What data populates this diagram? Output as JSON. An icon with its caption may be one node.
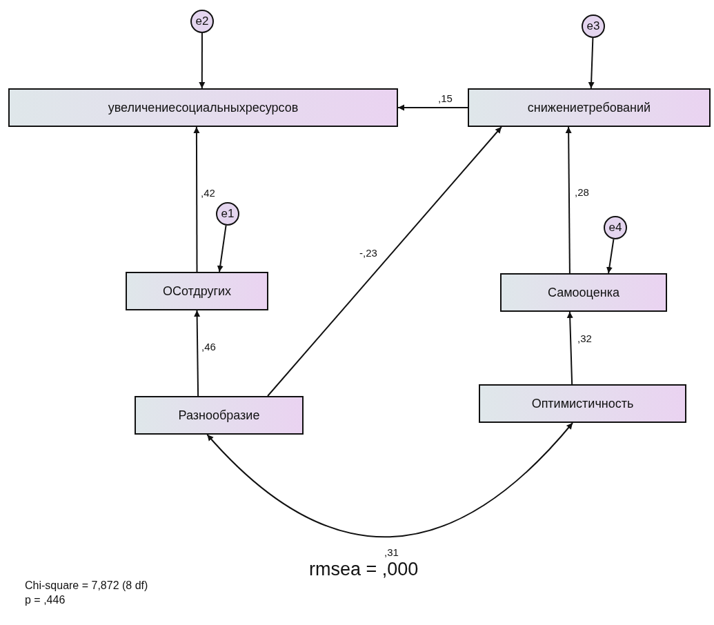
{
  "diagram": {
    "nodes": [
      {
        "text": [
          "e2"
        ]
      },
      {
        "text": [
          "e3"
        ]
      },
      {
        "text": [
          "увеличениесоциальныхресурсов"
        ]
      },
      {
        "text": [
          "снижениетребований"
        ]
      },
      {
        "text": [
          "e1"
        ]
      },
      {
        "text": [
          "ОСотдругих"
        ]
      },
      {
        "text": [
          "e4"
        ]
      },
      {
        "text": [
          "Самооценка"
        ]
      },
      {
        "text": [
          "Разнообразие"
        ]
      },
      {
        "text": [
          "Оптимистичность"
        ]
      }
    ],
    "edges": [
      {
        "from": 0,
        "to": 2,
        "arrow": "to"
      },
      {
        "from": 1,
        "to": 3,
        "arrow": "to"
      },
      {
        "from": 3,
        "to": 2,
        "arrow": "to",
        "label": ",15"
      },
      {
        "from": 5,
        "to": 2,
        "arrow": "to",
        "label": ",42"
      },
      {
        "from": 4,
        "to": 5,
        "arrow": "to"
      },
      {
        "from": 8,
        "to": 5,
        "arrow": "to",
        "label": ",46"
      },
      {
        "from": 8,
        "to": 3,
        "arrow": "to",
        "label": "-,23"
      },
      {
        "from": 7,
        "to": 3,
        "arrow": "to",
        "label": ",28"
      },
      {
        "from": 6,
        "to": 7,
        "arrow": "to"
      },
      {
        "from": 9,
        "to": 7,
        "arrow": "to",
        "label": ",32"
      },
      {
        "from": 8,
        "to": 9,
        "arrow": "both",
        "label": ",31"
      }
    ],
    "labels": [
      "Chi-square = 7,872 (8 df)",
      "p = ,446",
      "rmsea = ,000"
    ]
  }
}
